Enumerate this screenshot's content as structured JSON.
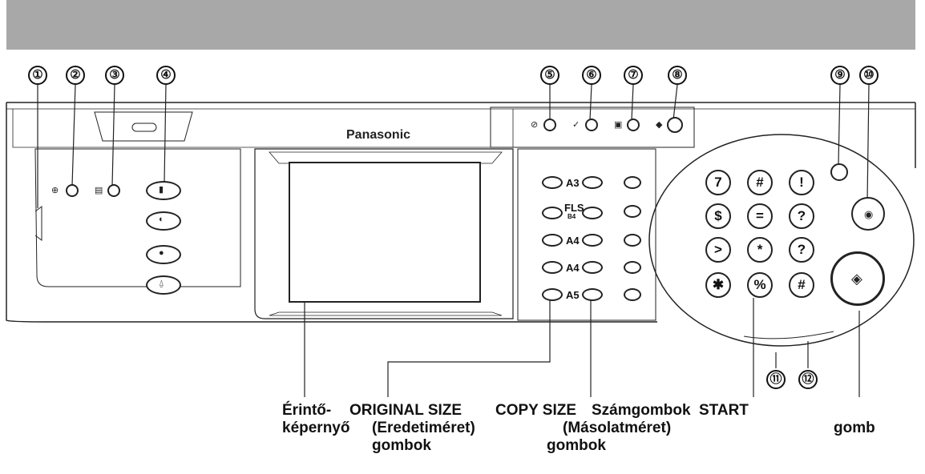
{
  "callouts": [
    "①",
    "②",
    "③",
    "④",
    "⑤",
    "⑥",
    "⑦",
    "⑧",
    "⑨",
    "⑩",
    "⑪",
    "⑫"
  ],
  "brand": "Panasonic",
  "size_labels": {
    "a3": "A3",
    "fls": "FLS",
    "b4": "B4",
    "a4_portrait": "A4",
    "a4_landscape": "A4",
    "a5": "A5"
  },
  "keypad": [
    "7",
    "#",
    "!",
    "$",
    "=",
    "?",
    ">",
    "*",
    "?",
    "✱",
    "%",
    "#"
  ],
  "captions": {
    "touch_screen_1": "Érintő-",
    "touch_screen_2": "képernyő",
    "original_size_1": "ORIGINAL SIZE",
    "original_size_2": "(Eredetiméret)",
    "original_size_3": "gombok",
    "copy_size_1": "COPY SIZE",
    "copy_size_2": "(Másolatméret)",
    "copy_size_3": "gombok",
    "keypad_caption": "Számgombok",
    "start_1": "START",
    "start_2": "gomb"
  }
}
